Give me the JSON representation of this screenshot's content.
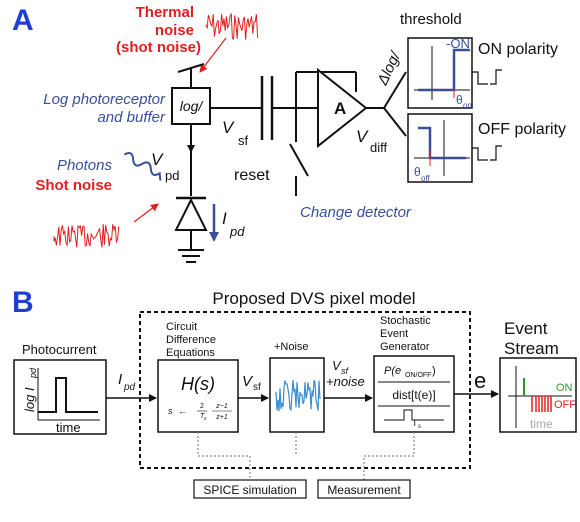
{
  "panel_a": {
    "label": "A",
    "thermal_noise": "Thermal",
    "noise_line2": "noise",
    "shot_noise_paren": "(shot noise)",
    "log_photoreceptor": "Log photoreceptor",
    "and_buffer": "and buffer",
    "log_box": "log/",
    "photons": "Photons",
    "shot_noise": "Shot noise",
    "vpd_v": "V",
    "vpd_sub": "pd",
    "ipd_i": "I",
    "ipd_sub": "pd",
    "vsf_v": "V",
    "vsf_sub": "sf",
    "reset": "reset",
    "amp": "A",
    "vdiff_v": "V",
    "vdiff_sub": "diff",
    "delta_log": "Δlog/",
    "change_detector": "Change detector",
    "threshold": "threshold",
    "on_label": "-ON",
    "theta_on": "θ",
    "theta_on_sub": "on",
    "theta_off": "θ",
    "theta_off_sub": "off",
    "on_polarity": "ON polarity",
    "off_polarity": "OFF polarity"
  },
  "panel_b": {
    "label": "B",
    "title": "Proposed DVS pixel model",
    "photocurrent": "Photocurrent",
    "log_ipd": "log I",
    "log_ipd_sub": "pd",
    "time": "time",
    "ipd_i": "I",
    "ipd_sub": "pd",
    "circuit_line1": "Circuit",
    "circuit_line2": "Difference",
    "circuit_line3": "Equations",
    "hs": "H(s)",
    "eq_s": "s",
    "eq_arrow": "←",
    "eq_num2": "2",
    "eq_Ts": "T",
    "eq_Ts_sub": "s",
    "eq_num_z": "z−1",
    "eq_den_z": "z+1",
    "vsf_v": "V",
    "vsf_sub": "sf",
    "plus_noise": "+Noise",
    "vsf2_v": "V",
    "vsf2_sub": "sf",
    "plus_noise2": "+noise",
    "stoch_line1": "Stochastic",
    "stoch_line2": "Event",
    "stoch_line3": "Generator",
    "p_eon": "P(e",
    "p_eon_sub": "ON/OFF",
    "p_eon_close": ")",
    "dist": "dist[t(e)]",
    "ts": "T",
    "ts_sub": "s",
    "e_label": "e",
    "event_line1": "Event",
    "event_line2": "Stream",
    "on": "ON",
    "off": "OFF",
    "time2": "time",
    "spice": "SPICE simulation",
    "measurement": "Measurement"
  },
  "colors": {
    "red": "#e02020",
    "blue": "#3a4f9c",
    "panel_label": "#1f3fd0",
    "noise_blue": "#3b8fd0",
    "green": "#2a9a2a"
  }
}
